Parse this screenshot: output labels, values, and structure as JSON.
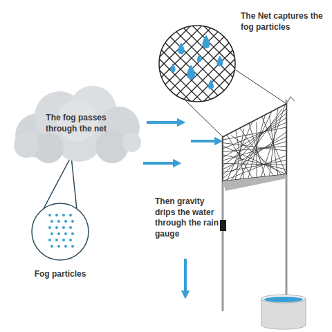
{
  "diagram": {
    "nodes": [
      {
        "text": [
          "The fog passes through the net"
        ]
      },
      {
        "text": [
          "Fog particles"
        ]
      }
    ],
    "edges": [
      {
        "from": 0,
        "to": 1,
        "arrow": "none"
      }
    ],
    "labels": [
      "The Net captures the fog particles",
      "Then gravity drips the water through the rain gauge"
    ]
  }
}
